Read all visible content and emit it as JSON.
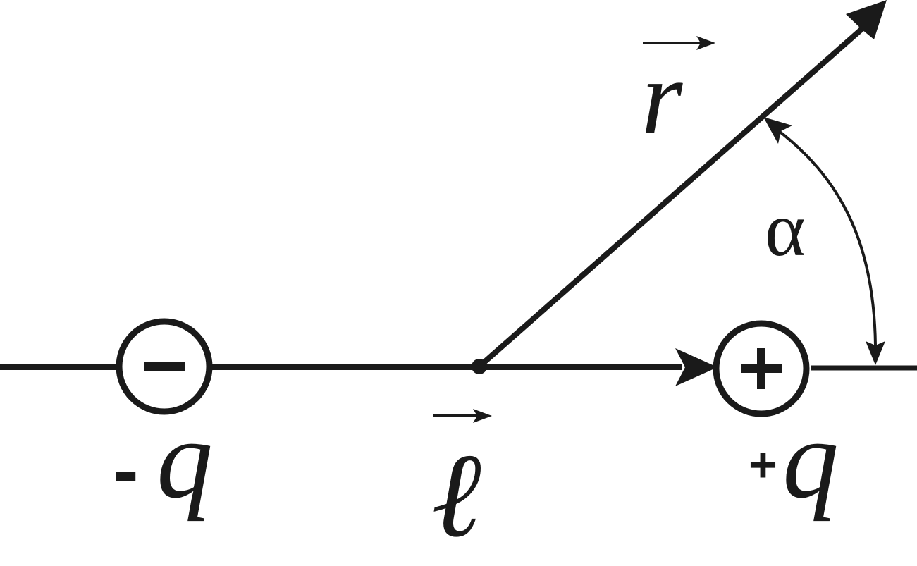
{
  "labels": {
    "r": "r",
    "alpha": "α",
    "l": "ℓ",
    "neg_charge_prefix": "-",
    "neg_charge_q": "q",
    "pos_charge_prefix": "+",
    "pos_charge_q": "q"
  },
  "charges": {
    "negative_symbol": "−",
    "positive_symbol": "+"
  },
  "colors": {
    "ink": "#1a1a1a",
    "background": "#ffffff"
  }
}
